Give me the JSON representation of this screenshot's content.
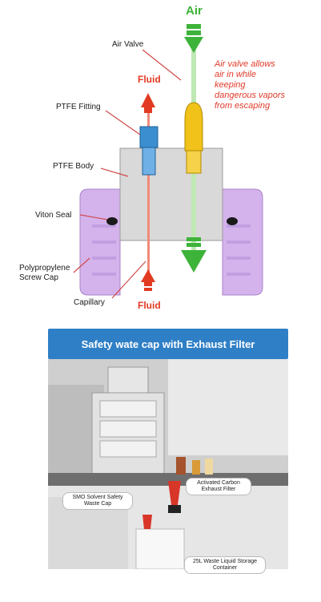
{
  "diagram": {
    "air_label": "Air",
    "air_valve_label": "Air Valve",
    "fluid_top_label": "Fluid",
    "ptfe_fitting_label": "PTFE Fitting",
    "ptfe_body_label": "PTFE Body",
    "viton_seal_label": "Viton Seal",
    "screw_cap_label": "Polypropylene Screw Cap",
    "capillary_label": "Capillary",
    "fluid_bottom_label": "Fluid",
    "note": "Air valve allows air in while keeping dangerous vapors from escaping",
    "colors": {
      "fluid": "#e23a22",
      "air": "#3db33a",
      "cap": "#c9a3e6",
      "fitting": "#3b8fd0",
      "valve": "#f0c21a",
      "body": "#d6d6d6"
    }
  },
  "photo": {
    "banner_title": "Safety wate cap with Exhaust Filter",
    "callout_1": "SMO Solvent Safety Waste Cap",
    "callout_2": "Activated Carbon Exhaust Filter",
    "callout_3": "25L Waste Liquid Storage Container"
  }
}
